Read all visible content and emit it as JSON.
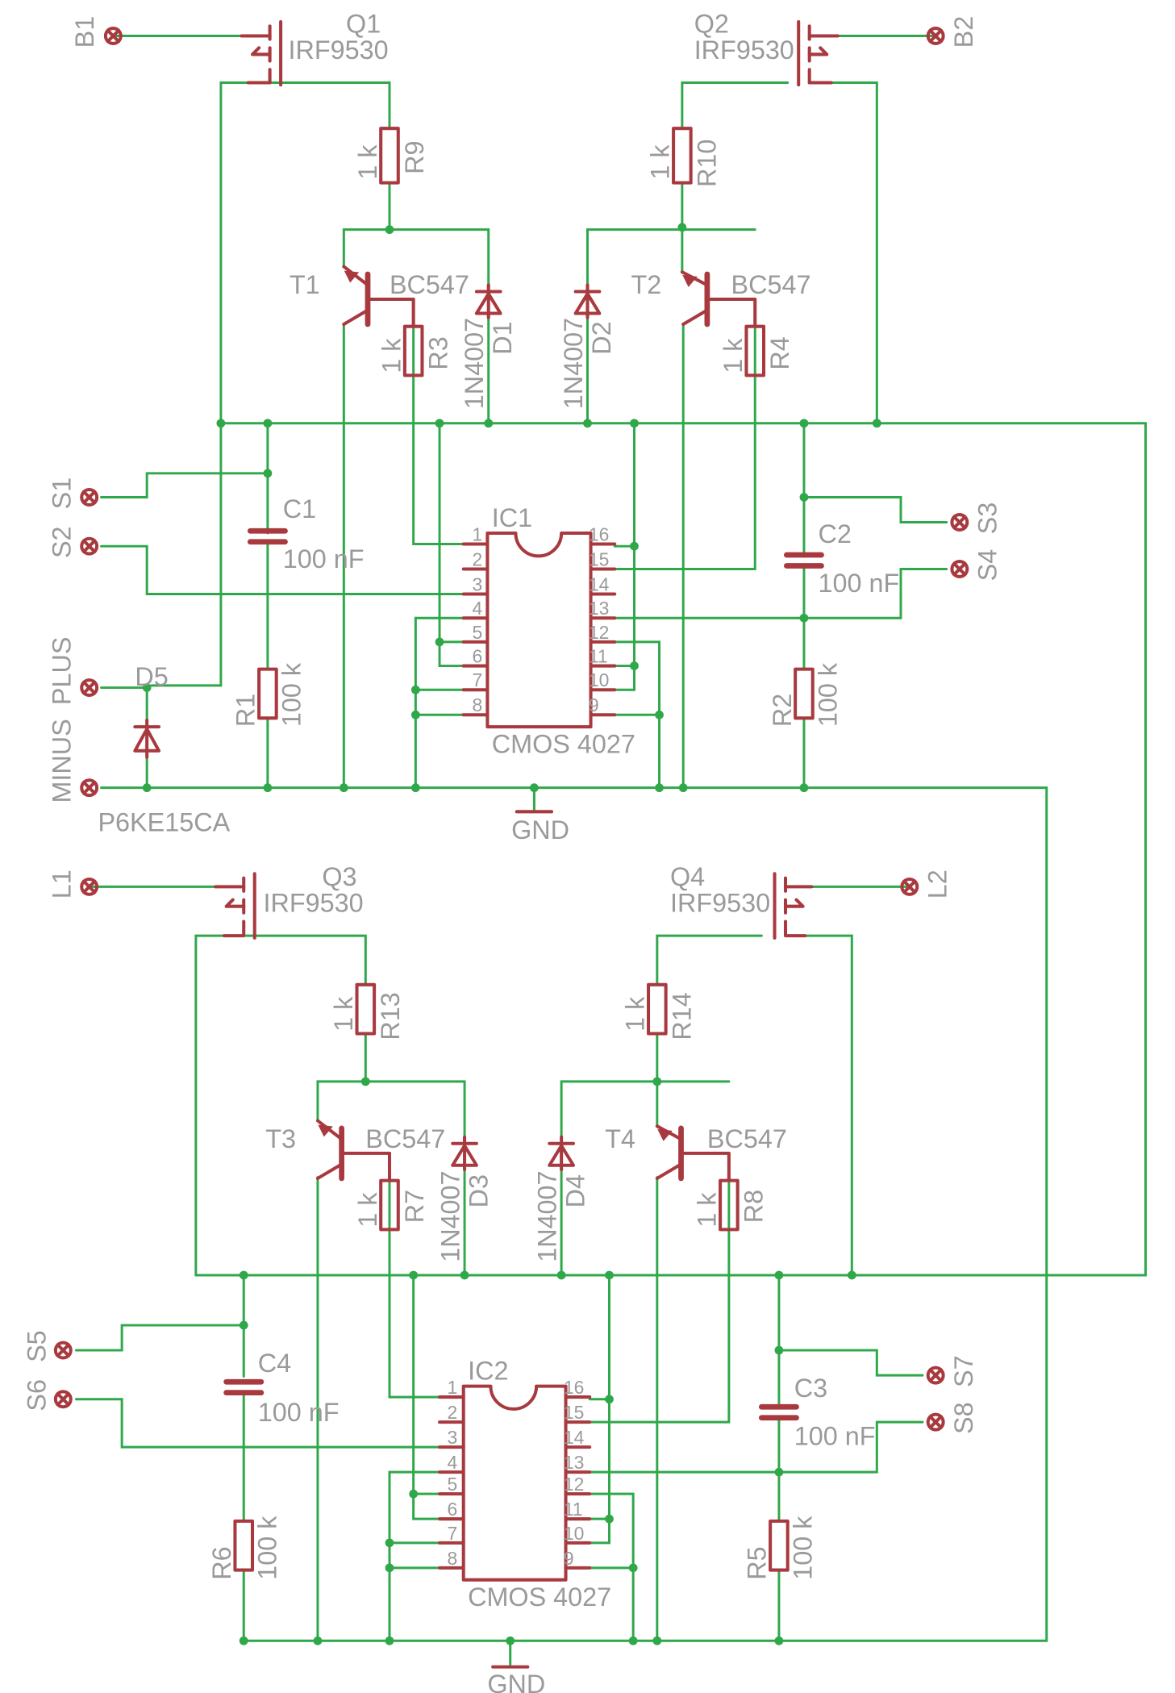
{
  "colors": {
    "wire": "#2fa84a",
    "symbol": "#a83a3f",
    "text": "#9a9a9a",
    "background": "#ffffff"
  },
  "terminals": {
    "B1": "B1",
    "B2": "B2",
    "S1": "S1",
    "S2": "S2",
    "S3": "S3",
    "S4": "S4",
    "PLUS": "PLUS",
    "MINUS": "MINUS",
    "L1": "L1",
    "L2": "L2",
    "S5": "S5",
    "S6": "S6",
    "S7": "S7",
    "S8": "S8"
  },
  "mosfets": {
    "Q1": {
      "name": "Q1",
      "value": "IRF9530"
    },
    "Q2": {
      "name": "Q2",
      "value": "IRF9530"
    },
    "Q3": {
      "name": "Q3",
      "value": "IRF9530"
    },
    "Q4": {
      "name": "Q4",
      "value": "IRF9530"
    }
  },
  "transistors": {
    "T1": {
      "name": "T1",
      "value": "BC547"
    },
    "T2": {
      "name": "T2",
      "value": "BC547"
    },
    "T3": {
      "name": "T3",
      "value": "BC547"
    },
    "T4": {
      "name": "T4",
      "value": "BC547"
    }
  },
  "resistors": {
    "R1": {
      "name": "R1",
      "value": "100 k"
    },
    "R2": {
      "name": "R2",
      "value": "100 k"
    },
    "R3": {
      "name": "R3",
      "value": "1 k"
    },
    "R4": {
      "name": "R4",
      "value": "1 k"
    },
    "R5": {
      "name": "R5",
      "value": "100 k"
    },
    "R6": {
      "name": "R6",
      "value": "100 k"
    },
    "R7": {
      "name": "R7",
      "value": "1 k"
    },
    "R8": {
      "name": "R8",
      "value": "1 k"
    },
    "R9": {
      "name": "R9",
      "value": "1 k"
    },
    "R10": {
      "name": "R10",
      "value": "1 k"
    },
    "R13": {
      "name": "R13",
      "value": "1 k"
    },
    "R14": {
      "name": "R14",
      "value": "1 k"
    }
  },
  "capacitors": {
    "C1": {
      "name": "C1",
      "value": "100 nF"
    },
    "C2": {
      "name": "C2",
      "value": "100 nF"
    },
    "C3": {
      "name": "C3",
      "value": "100 nF"
    },
    "C4": {
      "name": "C4",
      "value": "100 nF"
    }
  },
  "diodes": {
    "D1": {
      "name": "D1",
      "value": "1N4007"
    },
    "D2": {
      "name": "D2",
      "value": "1N4007"
    },
    "D3": {
      "name": "D3",
      "value": "1N4007"
    },
    "D4": {
      "name": "D4",
      "value": "1N4007"
    },
    "D5": {
      "name": "D5",
      "value": "P6KE15CA"
    }
  },
  "ics": {
    "IC1": {
      "name": "IC1",
      "value": "CMOS 4027"
    },
    "IC2": {
      "name": "IC2",
      "value": "CMOS 4027"
    }
  },
  "ic_pins": [
    "1",
    "2",
    "3",
    "4",
    "5",
    "6",
    "7",
    "8",
    "9",
    "10",
    "11",
    "12",
    "13",
    "14",
    "15",
    "16"
  ],
  "ground": {
    "label": "GND"
  }
}
